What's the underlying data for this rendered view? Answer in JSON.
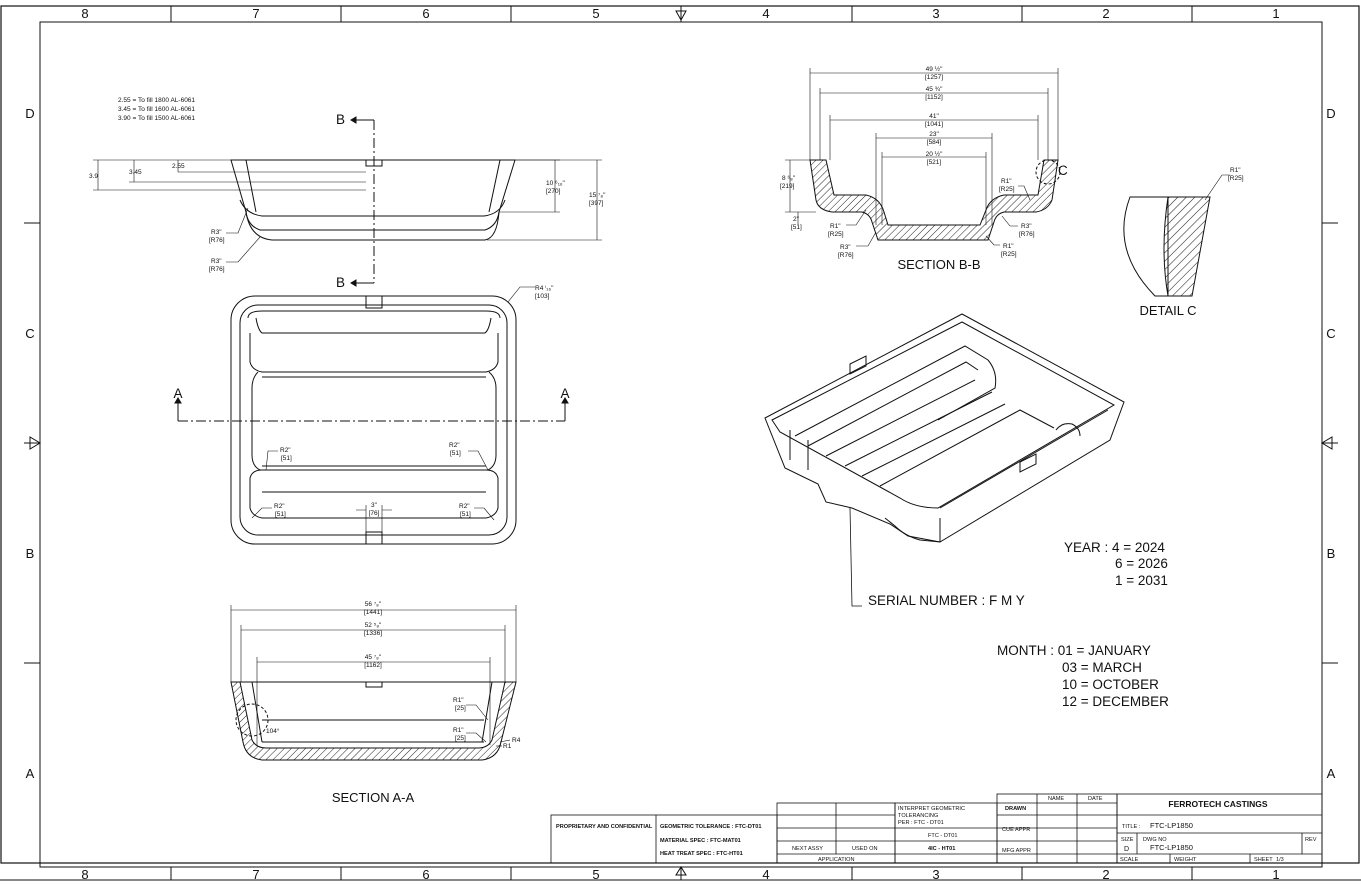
{
  "border": {
    "col_labels": [
      "8",
      "7",
      "6",
      "5",
      "4",
      "3",
      "2",
      "1"
    ],
    "row_labels": [
      "D",
      "C",
      "B",
      "A"
    ]
  },
  "fill_notes": [
    "2.55 = To fill 1800 AL-6061",
    "3.45 = To fill 1600 AL-6061",
    "3.90 = To fill 1500 AL-6061"
  ],
  "front_view": {
    "section_mark": "B",
    "depths": [
      "3.9",
      "3.45",
      "2.55"
    ],
    "height_inner": [
      "10 ⁶₁₆\"",
      "[270]"
    ],
    "height_outer": [
      "15 ⁷₈\"",
      "[397]"
    ],
    "radius_1": [
      "R3\"",
      "[R76]"
    ],
    "radius_2": [
      "R3\"",
      "[R76]"
    ]
  },
  "top_view": {
    "section_mark": "A",
    "corner_radius": [
      "R4 ⁱ₁₆\"",
      "[103]"
    ],
    "radii": [
      [
        "R2\"",
        "[51]"
      ],
      [
        "R2\"",
        "[51]"
      ],
      [
        "R2\"",
        "[51]"
      ],
      [
        "R2\"",
        "[51]"
      ]
    ],
    "slot_width": [
      "3\"",
      "[76]"
    ]
  },
  "section_aa": {
    "title": "SECTION A-A",
    "dims": [
      [
        "56 ⁷₈\"",
        "[1441]"
      ],
      [
        "52 ⁵₈\"",
        "[1336]"
      ],
      [
        "45 ⁷₈\"",
        "[1162]"
      ]
    ],
    "angle": "104°",
    "radii": [
      [
        "R1\"",
        "[25]"
      ],
      [
        "R1\"",
        "[25]"
      ]
    ],
    "small_radii": [
      "R4",
      "R1"
    ]
  },
  "section_bb": {
    "title": "SECTION B-B",
    "dims": [
      [
        "49 ½\"",
        "[1257]"
      ],
      [
        "45 ¾\"",
        "[1152]"
      ],
      [
        "41\"",
        "[1041]"
      ],
      [
        "23\"",
        "[584]"
      ],
      [
        "20 ½\"",
        "[521]"
      ]
    ],
    "height": [
      "8 ⁶₈\"",
      "[219]"
    ],
    "step": [
      "2\"",
      "[51]"
    ],
    "radii_left": [
      [
        "R1\"",
        "[R25]"
      ],
      [
        "R3\"",
        "[R76]"
      ]
    ],
    "radii_right": [
      [
        "R1\"",
        "[R25]"
      ],
      [
        "R3\"",
        "[R76]"
      ],
      [
        "R1\"",
        "[R25]"
      ]
    ],
    "detail_mark": "C"
  },
  "detail_c": {
    "title": "DETAIL C",
    "radius": [
      "R1\"",
      "[R25]"
    ]
  },
  "serial": {
    "label": "SERIAL NUMBER :  F M Y",
    "year_lines": [
      "YEAR : 4 = 2024",
      "6 = 2026",
      "1 = 2031"
    ],
    "month_lines": [
      "MONTH : 01 = JANUARY",
      "03 = MARCH",
      "10 = OCTOBER",
      "12 = DECEMBER"
    ]
  },
  "title_block": {
    "proprietary": "PROPRIETARY AND CONFIDENTIAL",
    "specs": [
      "GEOMETRIC TOLERANCE : FTC-DT01",
      "MATERIAL SPEC : FTC-MAT01",
      "HEAT TREAT SPEC : FTC-HT01"
    ],
    "next_assy": "NEXT ASSY",
    "used_on": "USED ON",
    "application": "APPLICATION",
    "interpret": [
      "INTERPRET GEOMETRIC",
      "TOLERANCING",
      "PER : FTC - DT01"
    ],
    "dt": "FTC - DT01",
    "ht": "4IC - HT01",
    "drawn": "DRAWN",
    "cue_appr": "CUE APPR",
    "mfg_appr": "MFG APPR",
    "name_hdr": "NAME",
    "date_hdr": "DATE",
    "company": "FERROTECH CASTINGS",
    "title_label": "TITLE :",
    "title_value": "FTC-LP1850",
    "size_label": "SIZE",
    "size_value": "D",
    "dwg_label": "DWG NO",
    "dwg_value": "FTC-LP1850",
    "rev_label": "REV",
    "scale_label": "SCALE",
    "weight_label": "WEIGHT",
    "sheet_label": "SHEET",
    "sheet_value": "1/3"
  }
}
